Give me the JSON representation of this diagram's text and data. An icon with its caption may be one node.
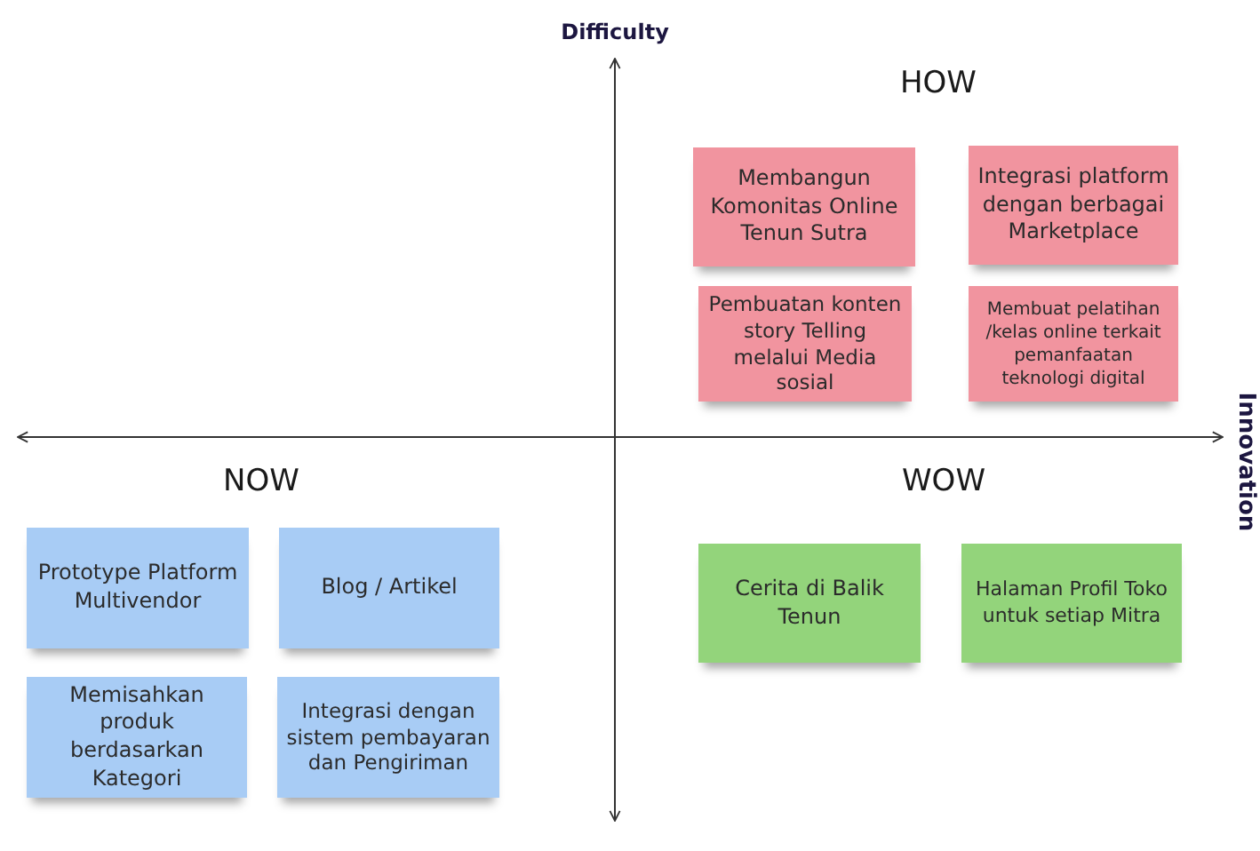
{
  "diagram": {
    "nodes": [
      {
        "text": [
          "Membangun Komonitas Online Tenun Sutra"
        ]
      },
      {
        "text": [
          "Integrasi platform dengan berbagai Marketplace"
        ]
      },
      {
        "text": [
          "Pembuatan konten story Telling melalui Media sosial"
        ]
      },
      {
        "text": [
          "Membuat pelatihan /kelas online terkait pemanfaatan teknologi digital"
        ]
      },
      {
        "text": [
          "Prototype Platform Multivendor"
        ]
      },
      {
        "text": [
          "Blog / Artikel"
        ]
      },
      {
        "text": [
          "Memisahkan produk berdasarkan Kategori"
        ]
      },
      {
        "text": [
          "Integrasi dengan sistem pembayaran dan Pengiriman"
        ]
      },
      {
        "text": [
          "Cerita di Balik Tenun"
        ]
      },
      {
        "text": [
          "Halaman Profil Toko untuk setiap Mitra"
        ]
      }
    ],
    "labels": [
      "Difficulty",
      "HOW",
      "Innovation",
      "NOW",
      "WOW"
    ]
  }
}
